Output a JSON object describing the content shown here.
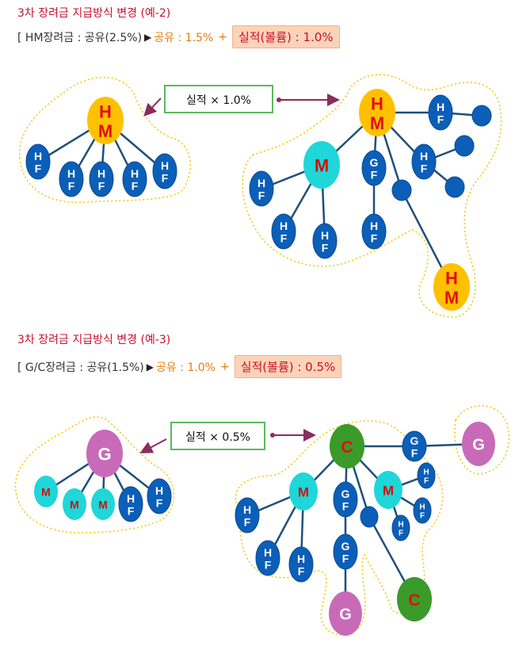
{
  "colors": {
    "title": "#c8102e",
    "accent_orange": "#e87d0e",
    "highlight_bg": "#fcd3b8",
    "hm_node": "#ffc000",
    "m_node": "#1fd6d8",
    "hf_node": "#0b5fb8",
    "g_node": "#c86ab8",
    "c_node": "#3a9a2a",
    "line": "#1f4f7a",
    "dots": "#f2c600",
    "box_border": "#5cb85c",
    "pointer": "#8b2d5a"
  },
  "example2": {
    "title": "3차 장려금 지급방식 변경 (예-2)",
    "rule": {
      "prefix": "[ HM장려금 : 공유(2.5%)",
      "arrow": "▶",
      "share": "공유 : 1.5%",
      "plus": "+",
      "highlight": "실적(볼륨) : 1.0%"
    },
    "box_label": "실적  ×  1.0%"
  },
  "example3": {
    "title": "3차 장려금 지급방식 변경 (예-3)",
    "rule": {
      "prefix": "[ G/C장려금 : 공유(1.5%)",
      "arrow": "▶",
      "share": "공유 : 1.0%",
      "plus": "+",
      "highlight": "실적(볼륨) : 0.5%"
    },
    "box_label": "실적 × 0.5%"
  },
  "node_labels": {
    "HM": [
      "H",
      "M"
    ],
    "HF": [
      "H",
      "F"
    ],
    "GF": [
      "G",
      "F"
    ],
    "M": "M",
    "G": "G",
    "C": "C"
  }
}
